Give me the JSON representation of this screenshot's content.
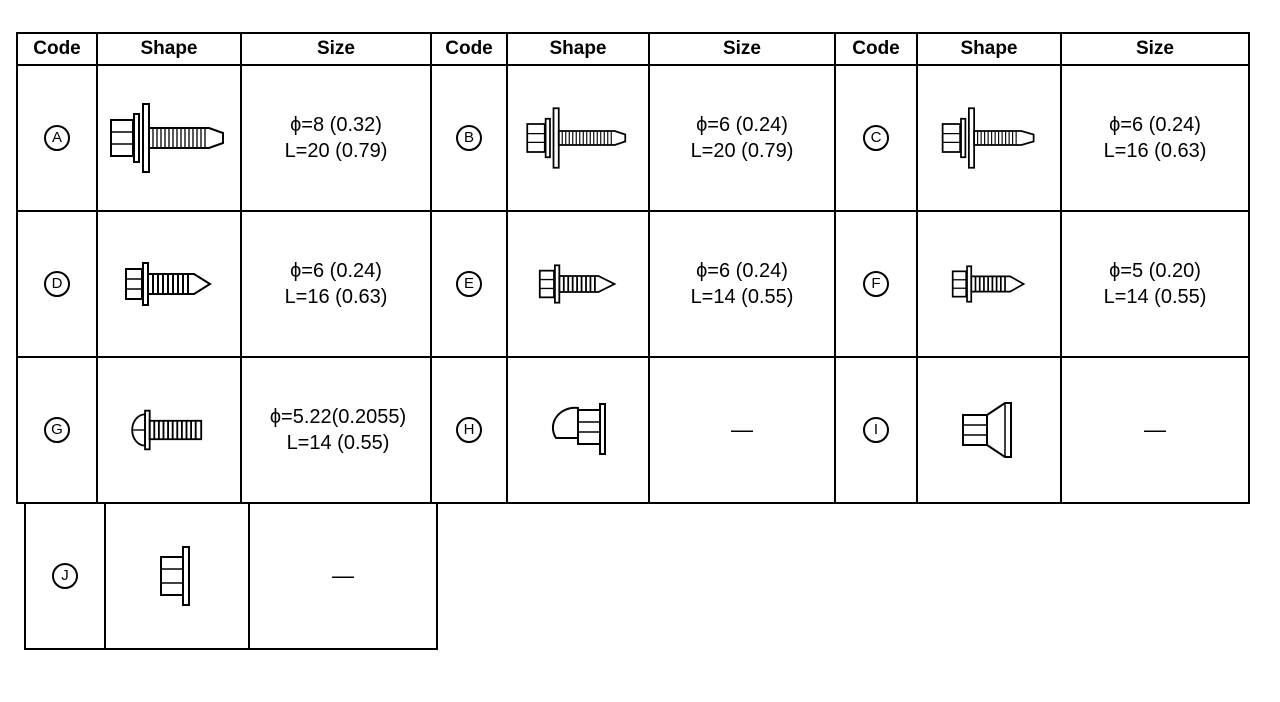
{
  "headers": {
    "code": "Code",
    "shape": "Shape",
    "size": "Size"
  },
  "items": [
    {
      "code": "A",
      "shape_icon": "flange-bolt-washer-long-icon",
      "size_diameter": "ϕ=8 (0.32)",
      "size_length": "L=20 (0.79)"
    },
    {
      "code": "B",
      "shape_icon": "flange-bolt-washer-long-icon",
      "size_diameter": "ϕ=6 (0.24)",
      "size_length": "L=20 (0.79)"
    },
    {
      "code": "C",
      "shape_icon": "flange-bolt-washer-short-icon",
      "size_diameter": "ϕ=6 (0.24)",
      "size_length": "L=16 (0.63)"
    },
    {
      "code": "D",
      "shape_icon": "tapping-screw-flange-icon",
      "size_diameter": "ϕ=6 (0.24)",
      "size_length": "L=16 (0.63)"
    },
    {
      "code": "E",
      "shape_icon": "tapping-screw-flange-icon",
      "size_diameter": "ϕ=6 (0.24)",
      "size_length": "L=14 (0.55)"
    },
    {
      "code": "F",
      "shape_icon": "tapping-screw-flange-small-icon",
      "size_diameter": "ϕ=5 (0.20)",
      "size_length": "L=14 (0.55)"
    },
    {
      "code": "G",
      "shape_icon": "round-head-tapping-screw-icon",
      "size_diameter": "ϕ=5.22(0.2055)",
      "size_length": "L=14 (0.55)"
    },
    {
      "code": "H",
      "shape_icon": "cap-nut-icon",
      "size_none": "—"
    },
    {
      "code": "I",
      "shape_icon": "flange-nut-tapered-icon",
      "size_none": "—"
    },
    {
      "code": "J",
      "shape_icon": "flange-nut-icon",
      "size_none": "—"
    }
  ]
}
